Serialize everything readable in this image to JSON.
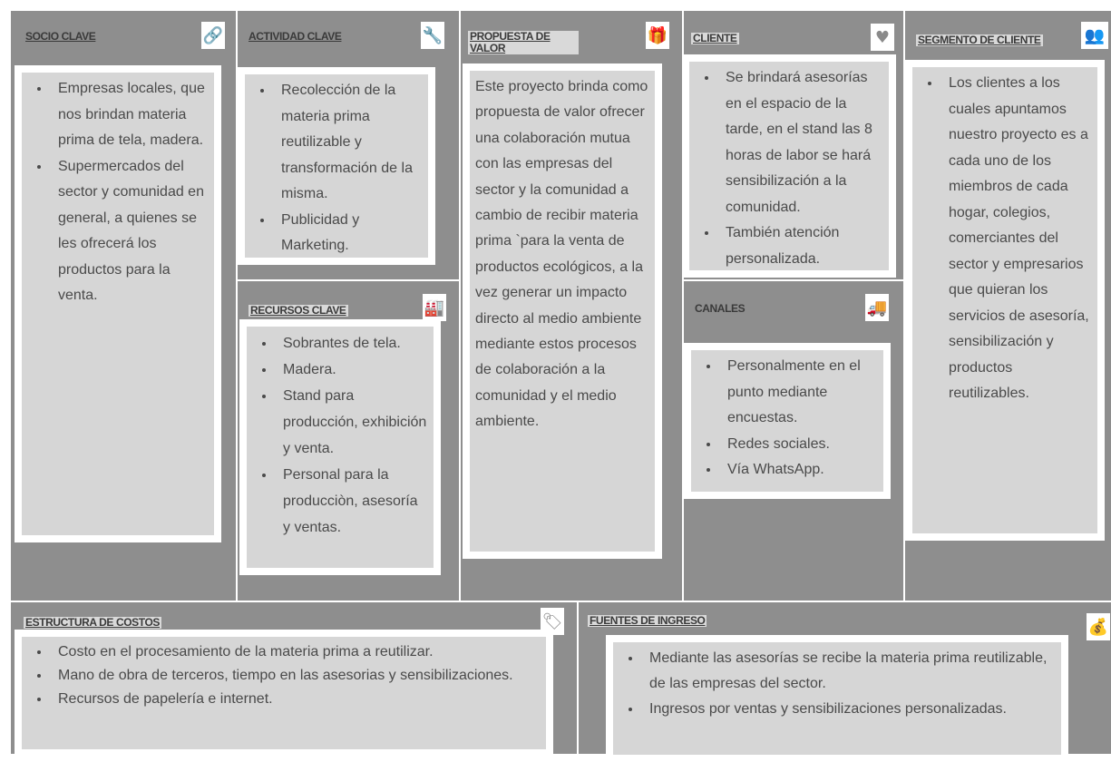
{
  "socio_clave": {
    "title": "SOCIO CLAVE",
    "icon": "link-icon",
    "items": [
      "Empresas locales, que nos brindan materia prima de tela, madera.",
      "Supermercados del sector y comunidad en general, a quienes se les ofrecerá los productos para la venta."
    ]
  },
  "actividad_clave": {
    "title": "ACTIVIDAD CLAVE",
    "icon": "wrench-icon",
    "items": [
      "Recolección de la materia prima reutilizable y transformación de la misma.",
      "Publicidad y Marketing."
    ]
  },
  "recursos_clave": {
    "title": "RECURSOS CLAVE",
    "icon": "factory-icon",
    "items": [
      "Sobrantes de tela.",
      "Madera.",
      "Stand para producción, exhibición y venta.",
      "Personal para la producciòn, asesoría y ventas."
    ]
  },
  "propuesta_valor": {
    "title": "PROPUESTA DE VALOR",
    "icon": "gift-icon",
    "text": "Este proyecto brinda como propuesta de valor ofrecer una colaboración mutua con las empresas del sector y la comunidad a cambio de recibir materia prima `para la venta de productos ecológicos, a la vez generar un impacto directo al medio ambiente mediante estos procesos de colaboración a la comunidad y el medio ambiente."
  },
  "cliente": {
    "title": "CLIENTE",
    "icon": "heart-icon",
    "items": [
      "Se brindará asesorías en el espacio de la tarde, en el stand las 8 horas de labor se hará sensibilización a la comunidad.",
      "También atención personalizada."
    ]
  },
  "canales": {
    "title": "CANALES",
    "icon": "truck-icon",
    "items": [
      "Personalmente en el punto mediante encuestas.",
      "Redes sociales.",
      "Vía WhatsApp."
    ]
  },
  "segmento_cliente": {
    "title": "SEGMENTO DE CLIENTE",
    "icon": "people-icon",
    "items": [
      "Los clientes a los cuales apuntamos nuestro proyecto es a cada uno de los miembros de cada hogar, colegios, comerciantes del sector y empresarios que quieran los servicios de asesoría, sensibilización y productos reutilizables."
    ]
  },
  "estructura_costos": {
    "title": "ESTRUCTURA DE COSTOS",
    "icon": "tag-icon",
    "items": [
      "Costo en el procesamiento de la materia prima a reutilizar.",
      "Mano de obra de terceros, tiempo en las asesorias y sensibilizaciones.",
      "Recursos de papelería e internet."
    ]
  },
  "fuentes_ingreso": {
    "title": "FUENTES DE INGRESO",
    "icon": "money-bag-icon",
    "items": [
      "Mediante las asesorías se recibe la materia prima reutilizable, de las empresas del sector.",
      "Ingresos por ventas y sensibilizaciones personalizadas."
    ]
  }
}
